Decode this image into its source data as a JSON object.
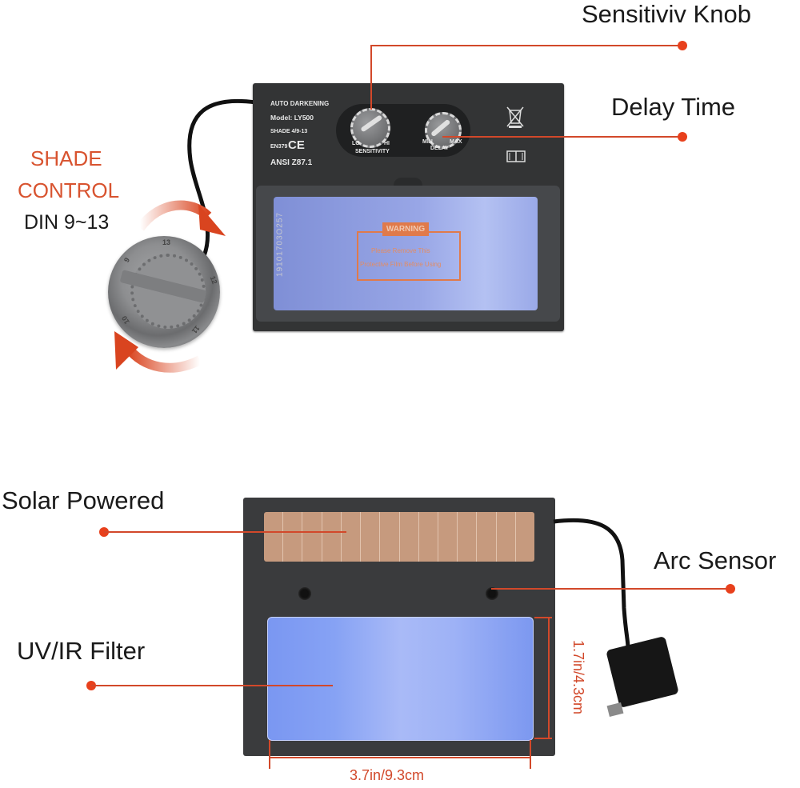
{
  "callouts": {
    "sensitivity_knob": "Sensitiviv Knob",
    "delay_time": "Delay Time",
    "shade_control_line1": "SHADE",
    "shade_control_line2": "CONTROL",
    "shade_range": "DIN 9~13",
    "solar_powered": "Solar Powered",
    "arc_sensor": "Arc Sensor",
    "uv_ir_filter": "UV/IR Filter"
  },
  "dimensions": {
    "height": "1.7in/4.3cm",
    "width": "3.7in/9.3cm"
  },
  "product_specs": {
    "line1": "AUTO DARKENING",
    "line2": "Model: LY500",
    "line3": "SHADE 4/9-13",
    "line4_standard": "EN379",
    "line4_mark": "CE",
    "line5": "ANSI Z87.1"
  },
  "knobs": {
    "sensitivity": {
      "label": "SENSITIVITY",
      "min": "LO",
      "max": "HI"
    },
    "delay": {
      "label": "DELAY",
      "min": "MIN",
      "max": "MAX"
    }
  },
  "shade_dial": {
    "marks": [
      "9",
      "10",
      "11",
      "12",
      "13"
    ]
  },
  "lens_sticker": {
    "tag": "WARNING",
    "line1": "Please Remove This",
    "line2": "Protective Film Before Using"
  },
  "serial_number": "19101703O257",
  "icons": [
    "weee-bin-icon",
    "manual-book-icon"
  ],
  "colors": {
    "accent": "#d2482a",
    "dot": "#e8401c"
  }
}
